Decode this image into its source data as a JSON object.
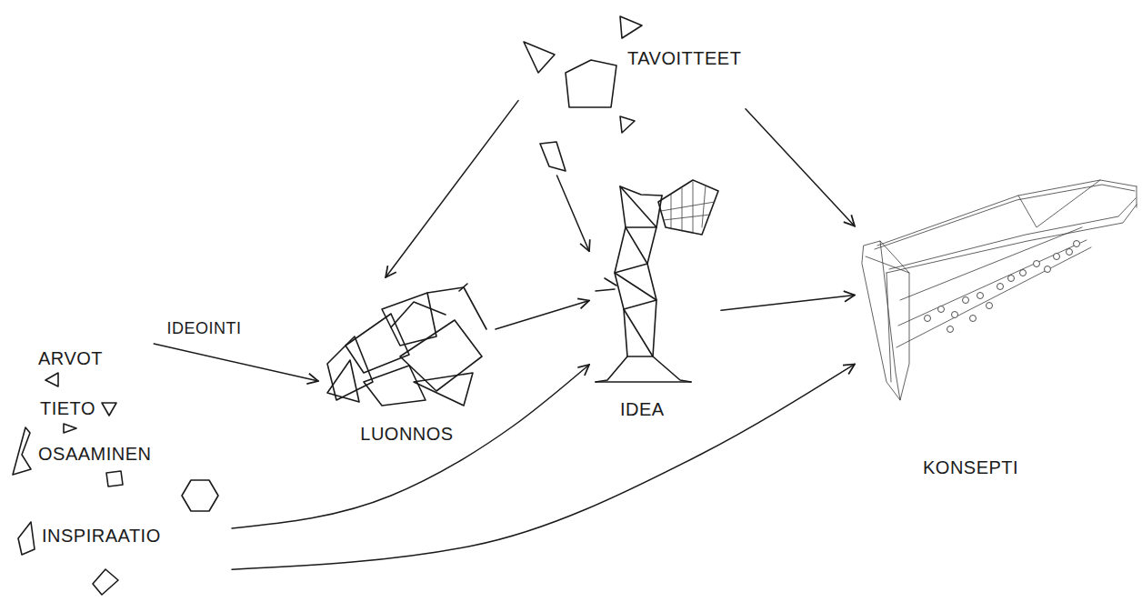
{
  "diagram": {
    "nodes": [
      {
        "text": [
          "ARVOT",
          "TIETO",
          "OSAAMINEN",
          "INSPIRAATIO"
        ]
      },
      {
        "text": [
          "TAVOITTEET"
        ]
      },
      {
        "text": [
          "LUONNOS"
        ]
      },
      {
        "text": [
          "IDEA"
        ]
      },
      {
        "text": [
          "KONSEPTI"
        ]
      }
    ],
    "edges": [
      {
        "from": 0,
        "to": 2,
        "label": "IDEOINTI",
        "arrow": "to"
      },
      {
        "from": 1,
        "to": 2,
        "arrow": "to"
      },
      {
        "from": 1,
        "to": 3,
        "arrow": "to"
      },
      {
        "from": 2,
        "to": 3,
        "arrow": "to"
      },
      {
        "from": 1,
        "to": 4,
        "arrow": "to"
      },
      {
        "from": 3,
        "to": 4,
        "arrow": "to"
      },
      {
        "from": 0,
        "to": 3,
        "arrow": "to"
      },
      {
        "from": 0,
        "to": 4,
        "arrow": "to"
      }
    ]
  }
}
